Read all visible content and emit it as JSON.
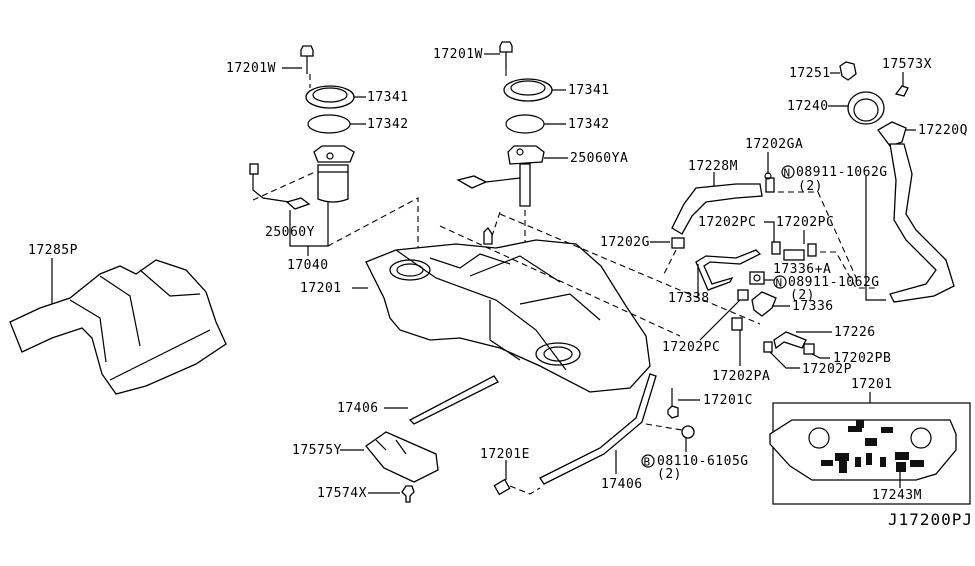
{
  "diagram": {
    "reference_code": "J17200PJ",
    "labels": {
      "l_17201W_left": "17201W",
      "l_17341_left": "17341",
      "l_17342_left": "17342",
      "l_25060Y": "25060Y",
      "l_17040": "17040",
      "l_17201_main": "17201",
      "l_17285P": "17285P",
      "l_17201W_right": "17201W",
      "l_17341_right": "17341",
      "l_17342_right": "17342",
      "l_25060YA": "25060YA",
      "l_17228M": "17228M",
      "l_17202GA": "17202GA",
      "l_08911_top": "08911-1062G",
      "l_08911_top_qty": "(2)",
      "l_17202G": "17202G",
      "l_17202PC_a": "17202PC",
      "l_17202PC_b": "17202PC",
      "l_17336A": "17336+A",
      "l_08911_mid": "08911-1062G",
      "l_08911_mid_qty": "(2)",
      "l_17338": "17338",
      "l_17336": "17336",
      "l_17202PC_c": "17202PC",
      "l_17226": "17226",
      "l_17202PB": "17202PB",
      "l_17202PA": "17202PA",
      "l_17202P": "17202P",
      "l_17251": "17251",
      "l_17573X": "17573X",
      "l_17240": "17240",
      "l_17220Q": "17220Q",
      "l_17406_left": "17406",
      "l_17575Y": "17575Y",
      "l_17574X": "17574X",
      "l_17201E": "17201E",
      "l_17406_right": "17406",
      "l_17201C": "17201C",
      "l_08110": "08110-6105G",
      "l_08110_qty": "(2)",
      "l_inset_17201": "17201",
      "l_17243M": "17243M"
    },
    "symbols": {
      "nut_symbol": "N",
      "bolt_symbol": "B"
    }
  }
}
